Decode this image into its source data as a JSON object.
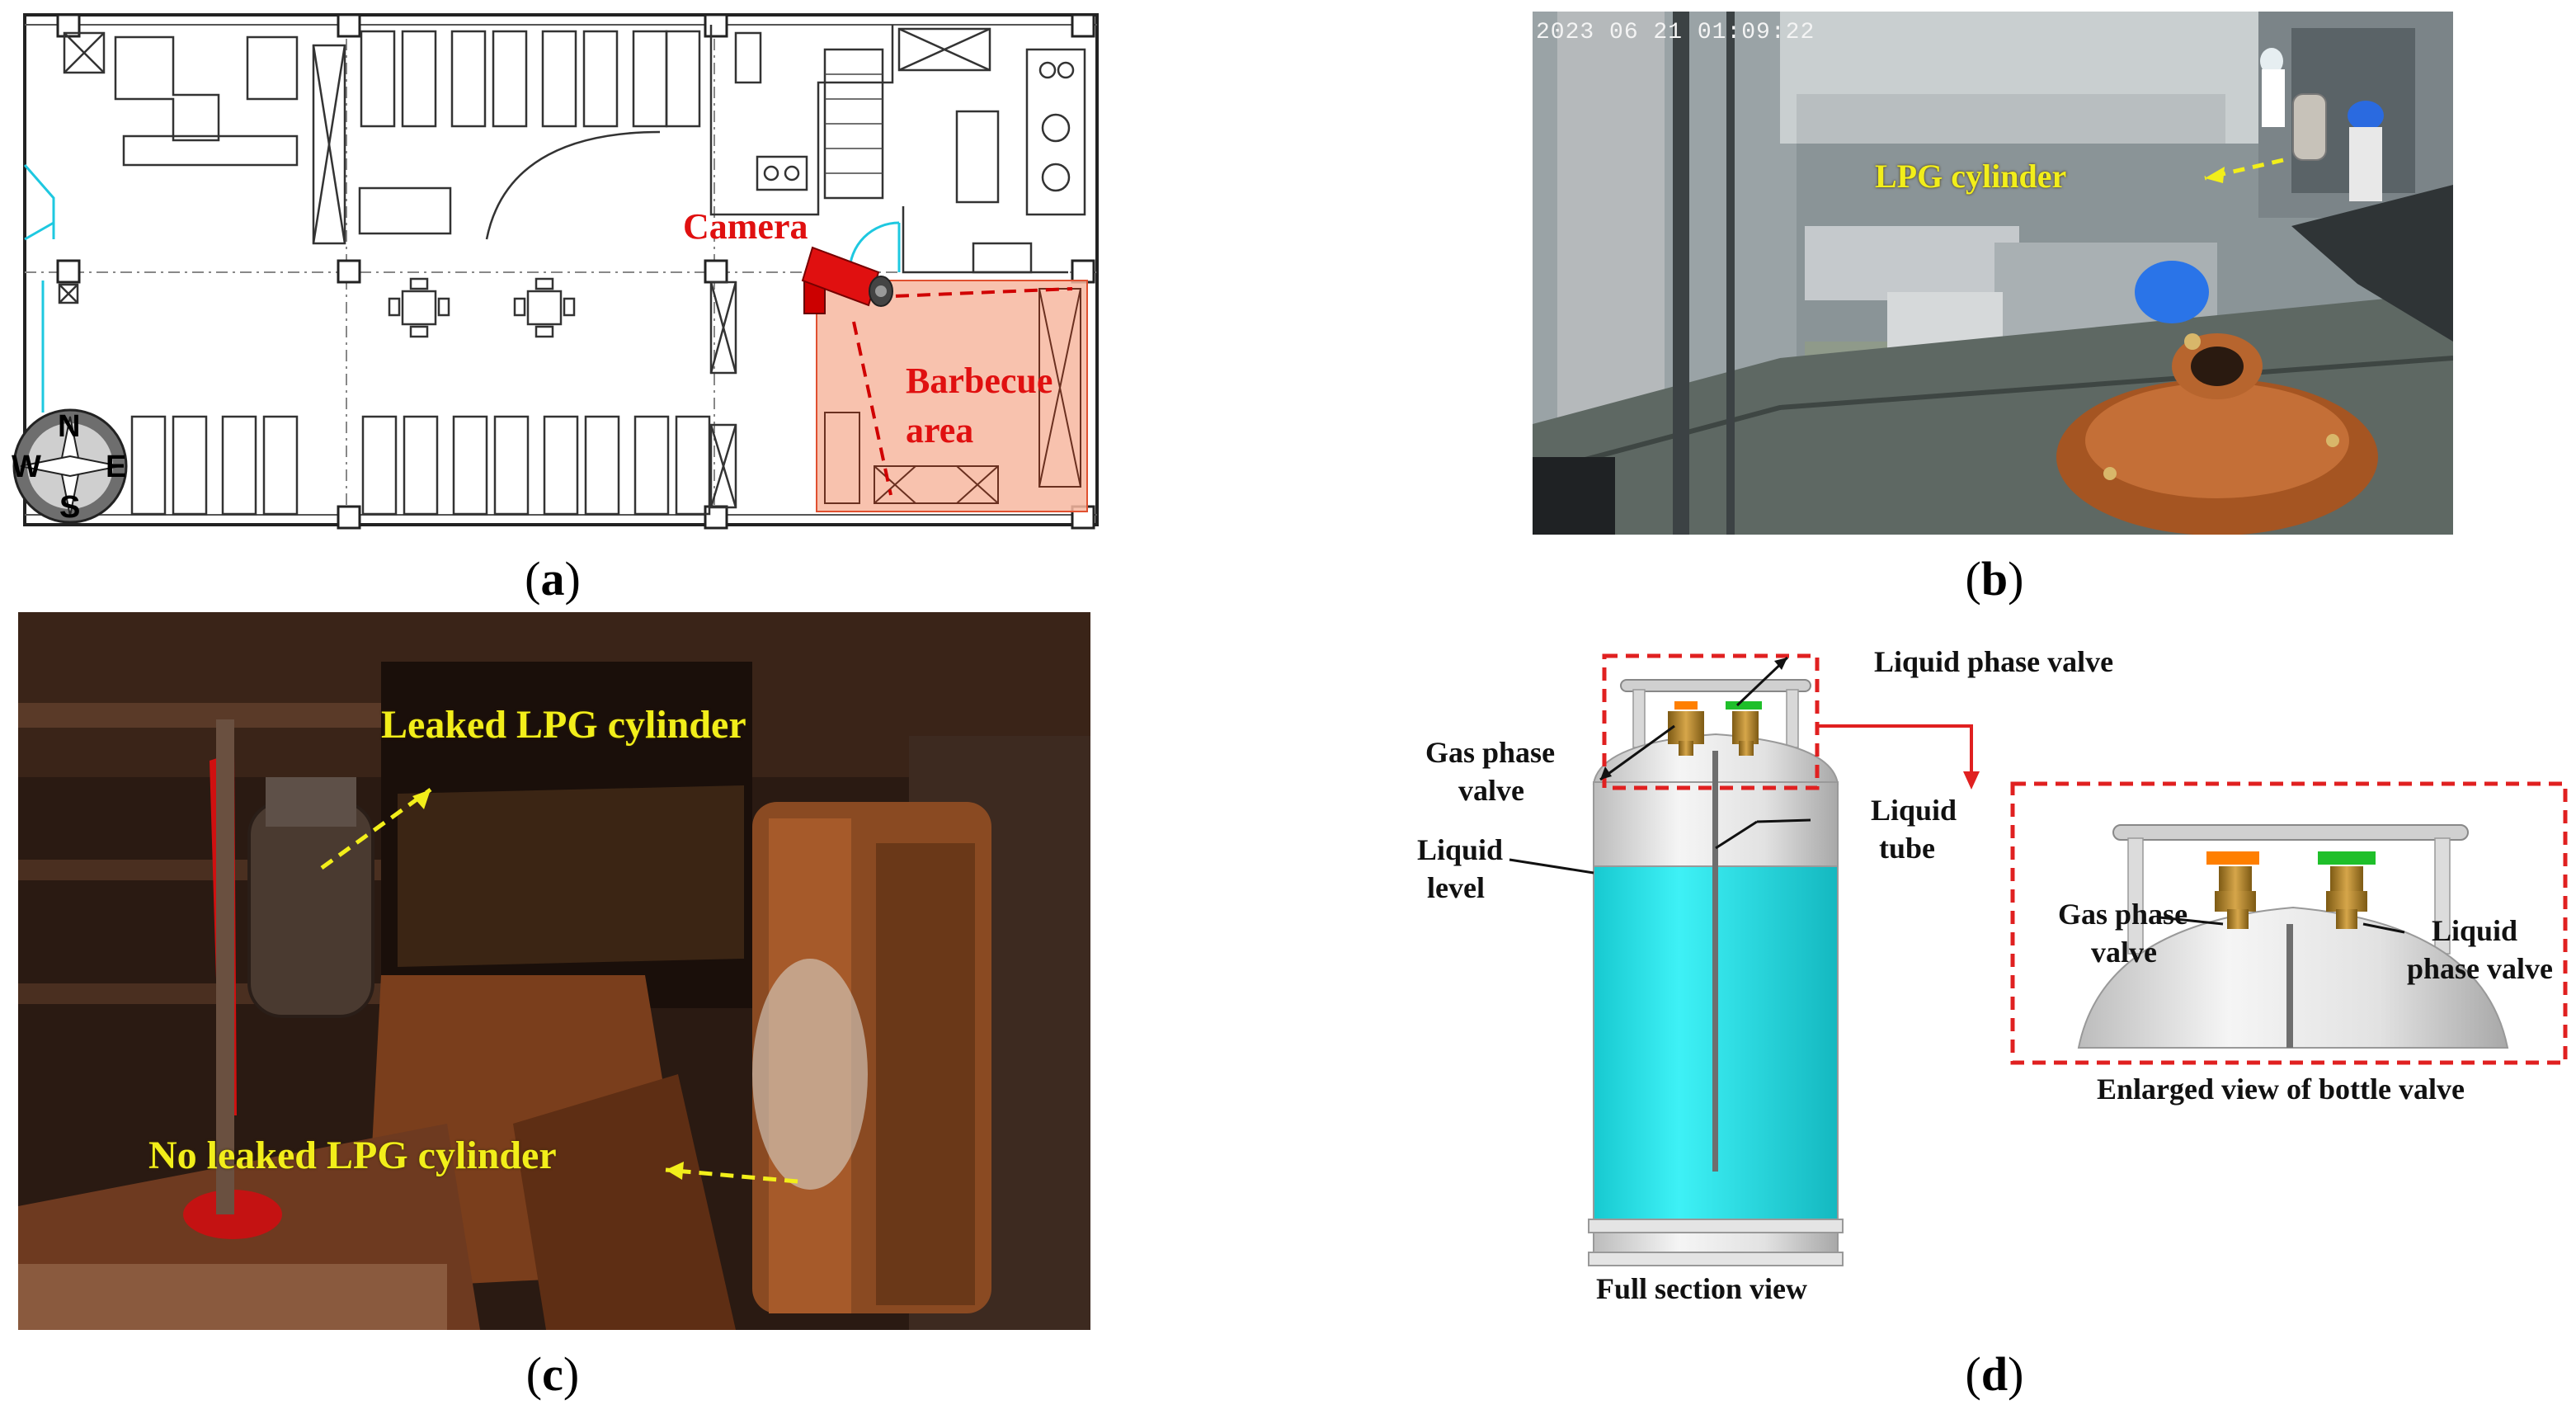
{
  "panels": {
    "a": {
      "caption": "a",
      "labels": {
        "camera": "Camera",
        "barbecue_line1": "Barbecue",
        "barbecue_line2": "area"
      },
      "compass": {
        "n": "N",
        "s": "S",
        "e": "E",
        "w": "W"
      }
    },
    "b": {
      "caption": "b",
      "timestamp": "2023 06 21 01:09:22",
      "labels": {
        "lpg": "LPG cylinder"
      }
    },
    "c": {
      "caption": "c",
      "labels": {
        "leaked": "Leaked LPG cylinder",
        "not_leaked": "No leaked LPG cylinder"
      }
    },
    "d": {
      "caption": "d",
      "labels": {
        "liquid_phase_valve_top": "Liquid phase valve",
        "gas_phase_valve_line1": "Gas phase",
        "gas_phase_valve_line2": "valve",
        "liquid_level_line1": "Liquid",
        "liquid_level_line2": "level",
        "liquid_tube_line1": "Liquid",
        "liquid_tube_line2": "tube",
        "full_section_view": "Full section view",
        "enlarged_gas_line1": "Gas phase",
        "enlarged_gas_line2": "valve",
        "enlarged_liquid_line1": "Liquid",
        "enlarged_liquid_line2": "phase valve",
        "enlarged_view": "Enlarged view of bottle valve"
      },
      "colors": {
        "liquid": "#23e5ec",
        "gas_valve_cap": "#ff7f00",
        "liquid_valve_cap": "#1fbf2a",
        "frame": "#e02020"
      }
    }
  },
  "colors": {
    "highlight": "#e01010",
    "annotation": "#f2ee1a",
    "barbecue_fill": "#f7b7a0"
  }
}
